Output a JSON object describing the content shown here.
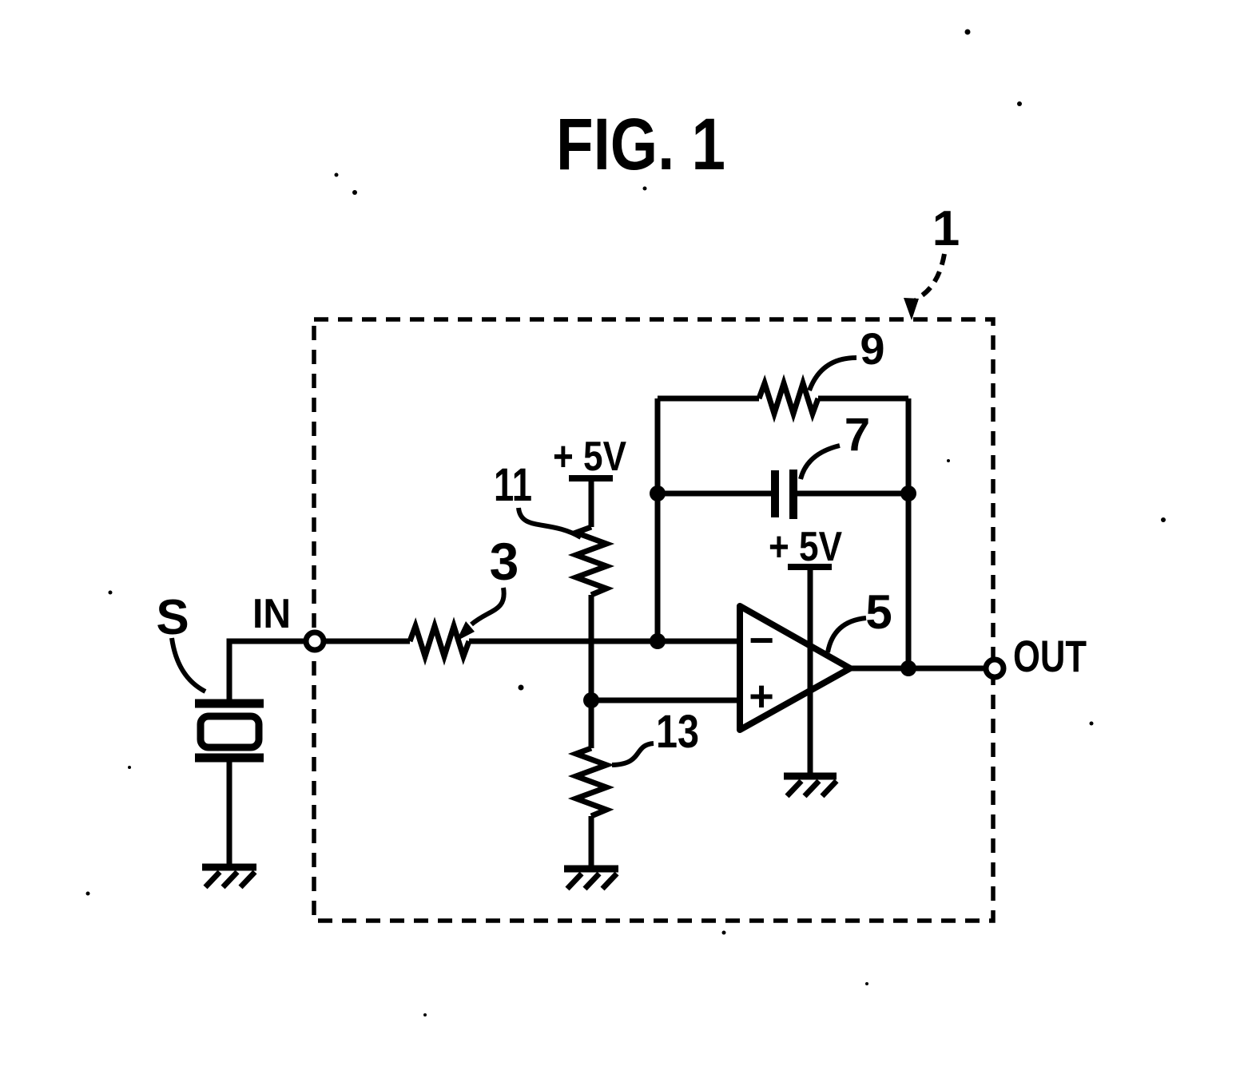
{
  "figure": {
    "title": "FIG. 1",
    "labels": {
      "box_ref": "1",
      "sensor": "S",
      "input_terminal": "IN",
      "output_terminal": "OUT",
      "resistor_input": "3",
      "opamp": "5",
      "capacitor_feedback": "7",
      "resistor_feedback": "9",
      "resistor_pullup": "11",
      "resistor_pulldown": "13",
      "supply_bias": "+ 5V",
      "supply_opamp": "+ 5V",
      "opamp_inverting_input": "−",
      "opamp_noninverting_input": "+"
    },
    "colors": {
      "ink": "#000000",
      "paper": "#ffffff"
    }
  }
}
